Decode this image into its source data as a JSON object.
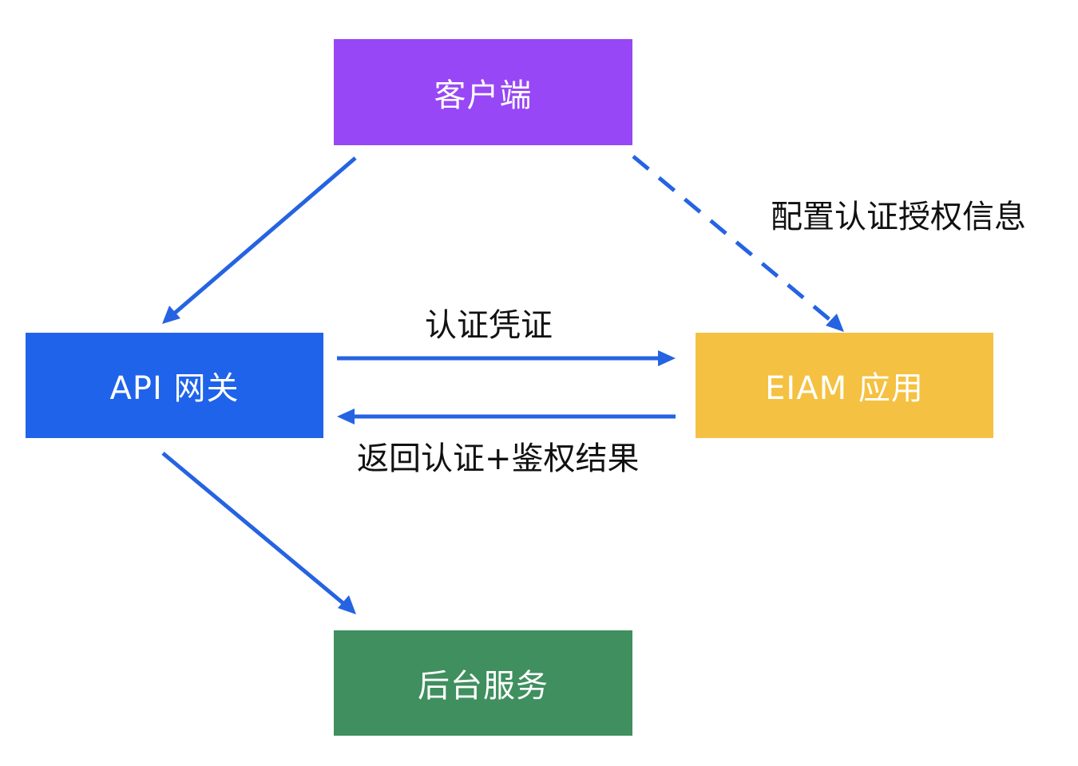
{
  "colors": {
    "client": "#9747f5",
    "gateway": "#1f63ea",
    "eiam": "#f5c142",
    "backend": "#3f8f5f",
    "arrow": "#2563e2"
  },
  "nodes": {
    "client": {
      "label": "客户端"
    },
    "gateway": {
      "label": "API 网关"
    },
    "eiam": {
      "label": "EIAM 应用"
    },
    "backend": {
      "label": "后台服务"
    }
  },
  "edges": {
    "config": {
      "label": "配置认证授权信息",
      "style": "dashed"
    },
    "credential": {
      "label": "认证凭证",
      "style": "solid"
    },
    "result": {
      "label": "返回认证+鉴权结果",
      "style": "solid"
    }
  }
}
